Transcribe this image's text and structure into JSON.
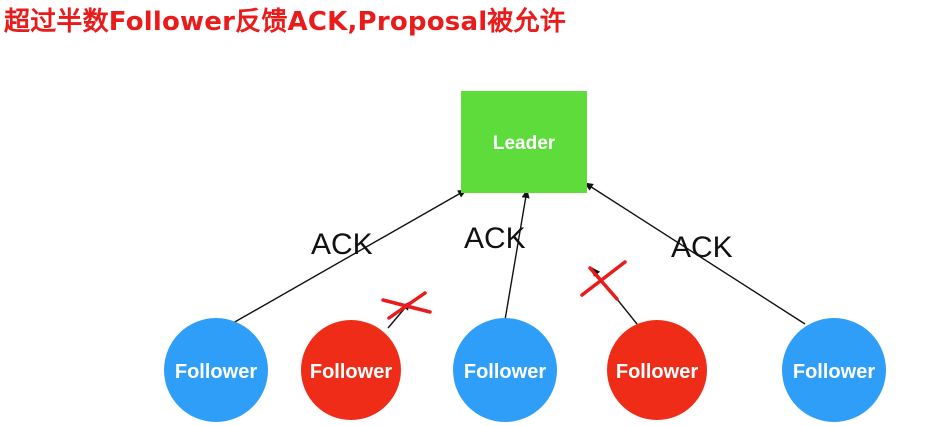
{
  "title": "超过半数Follower反馈ACK,Proposal被允许",
  "colors": {
    "title": "#ea1b1b",
    "leader": "#5ddc3b",
    "follower_ok": "#2e9ef8",
    "follower_fail": "#ee2c17",
    "arrow": "#111111",
    "cross": "#ea1b1b"
  },
  "leader": {
    "label": "Leader"
  },
  "followers": [
    {
      "label": "Follower",
      "status": "ack"
    },
    {
      "label": "Follower",
      "status": "failed"
    },
    {
      "label": "Follower",
      "status": "ack"
    },
    {
      "label": "Follower",
      "status": "failed"
    },
    {
      "label": "Follower",
      "status": "ack"
    }
  ],
  "ack_labels": [
    "ACK",
    "ACK",
    "ACK"
  ]
}
